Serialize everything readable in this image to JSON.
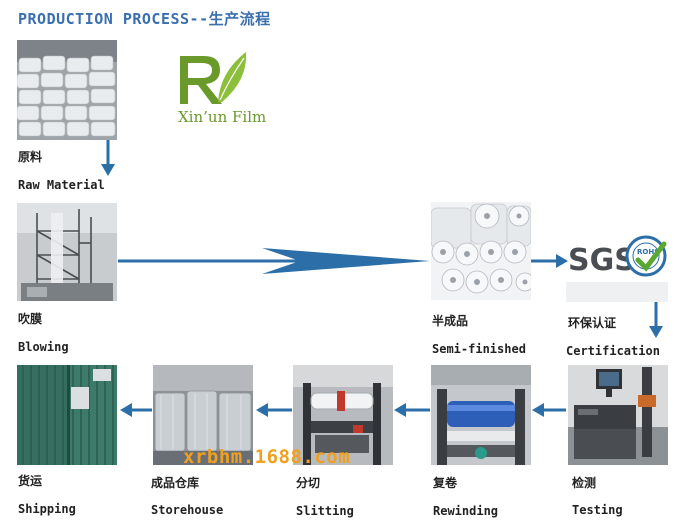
{
  "title": "PRODUCTION PROCESS--生产流程",
  "logo": {
    "brand": "Xin’un Film",
    "colors": {
      "green": "#6a9a2a",
      "leaf": "#8cbf3a"
    }
  },
  "watermark": "xrbhm.1688.com",
  "accent_color": "#2c6fa8",
  "steps": {
    "raw_material": {
      "cn": "原料",
      "en": "Raw Material"
    },
    "blowing": {
      "cn": "吹膜",
      "en": "Blowing"
    },
    "semi_finished": {
      "cn": "半成品",
      "en": "Semi-finished"
    },
    "certification": {
      "cn": "环保认证",
      "en": "Certification",
      "badge_text": "SGS",
      "seal_text": "ROHS"
    },
    "testing": {
      "cn": "检测",
      "en": "Testing"
    },
    "rewinding": {
      "cn": "复卷",
      "en": "Rewinding"
    },
    "slitting": {
      "cn": "分切",
      "en": "Slitting"
    },
    "storehouse": {
      "cn": "成品仓库",
      "en": "Storehouse"
    },
    "shipping": {
      "cn": "货运",
      "en": "Shipping"
    }
  }
}
